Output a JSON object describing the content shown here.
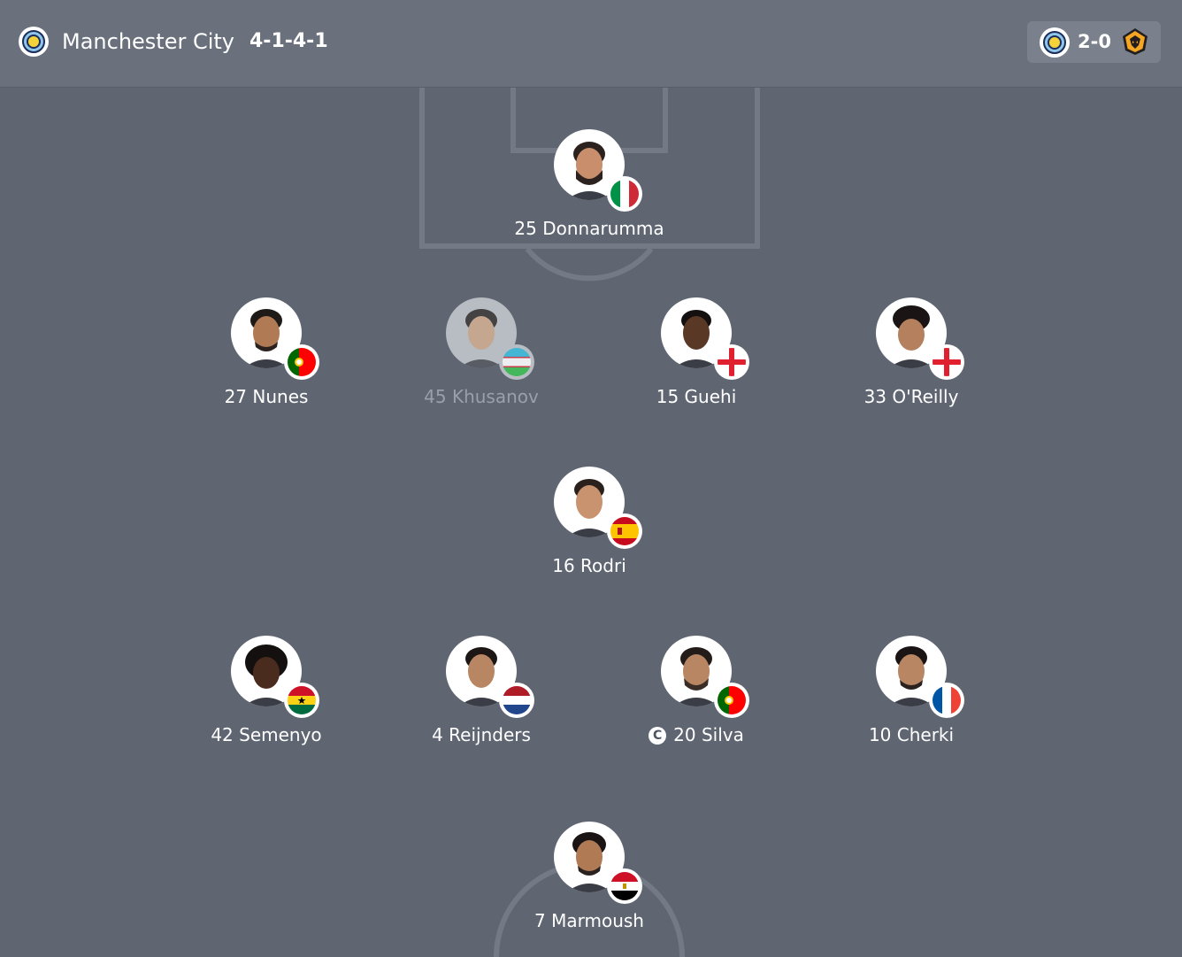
{
  "header": {
    "team_name": "Manchester City",
    "formation": "4-1-4-1",
    "score": "2-0",
    "home_crest": "manchester-city-crest-icon",
    "away_crest": "wolves-crest-icon"
  },
  "colors": {
    "pitch": "#5f6672",
    "header": "#6a717d",
    "score_box": "#7a818c",
    "lines": "#737a86",
    "text": "#ffffff",
    "dimmed_text": "#9aa0a9"
  },
  "players": [
    {
      "number": "25",
      "name": "Donnarumma",
      "label": "25 Donnarumma",
      "flag": "italy-flag-icon",
      "row": "goalkeeper"
    },
    {
      "number": "27",
      "name": "Nunes",
      "label": "27 Nunes",
      "flag": "portugal-flag-icon",
      "row": "defence"
    },
    {
      "number": "45",
      "name": "Khusanov",
      "label": "45 Khusanov",
      "flag": "uzbekistan-flag-icon",
      "row": "defence",
      "dimmed": true
    },
    {
      "number": "15",
      "name": "Guehi",
      "label": "15 Guehi",
      "flag": "england-flag-icon",
      "row": "defence"
    },
    {
      "number": "33",
      "name": "O'Reilly",
      "label": "33 O'Reilly",
      "flag": "england-flag-icon",
      "row": "defence"
    },
    {
      "number": "16",
      "name": "Rodri",
      "label": "16 Rodri",
      "flag": "spain-flag-icon",
      "row": "defensive-midfield"
    },
    {
      "number": "42",
      "name": "Semenyo",
      "label": "42 Semenyo",
      "flag": "ghana-flag-icon",
      "row": "midfield"
    },
    {
      "number": "4",
      "name": "Reijnders",
      "label": "4 Reijnders",
      "flag": "netherlands-flag-icon",
      "row": "midfield"
    },
    {
      "number": "20",
      "name": "Silva",
      "label": "20 Silva",
      "flag": "portugal-flag-icon",
      "row": "midfield",
      "captain": true,
      "captain_mark": "C"
    },
    {
      "number": "10",
      "name": "Cherki",
      "label": "10 Cherki",
      "flag": "france-flag-icon",
      "row": "midfield"
    },
    {
      "number": "7",
      "name": "Marmoush",
      "label": "7 Marmoush",
      "flag": "egypt-flag-icon",
      "row": "attack"
    }
  ]
}
